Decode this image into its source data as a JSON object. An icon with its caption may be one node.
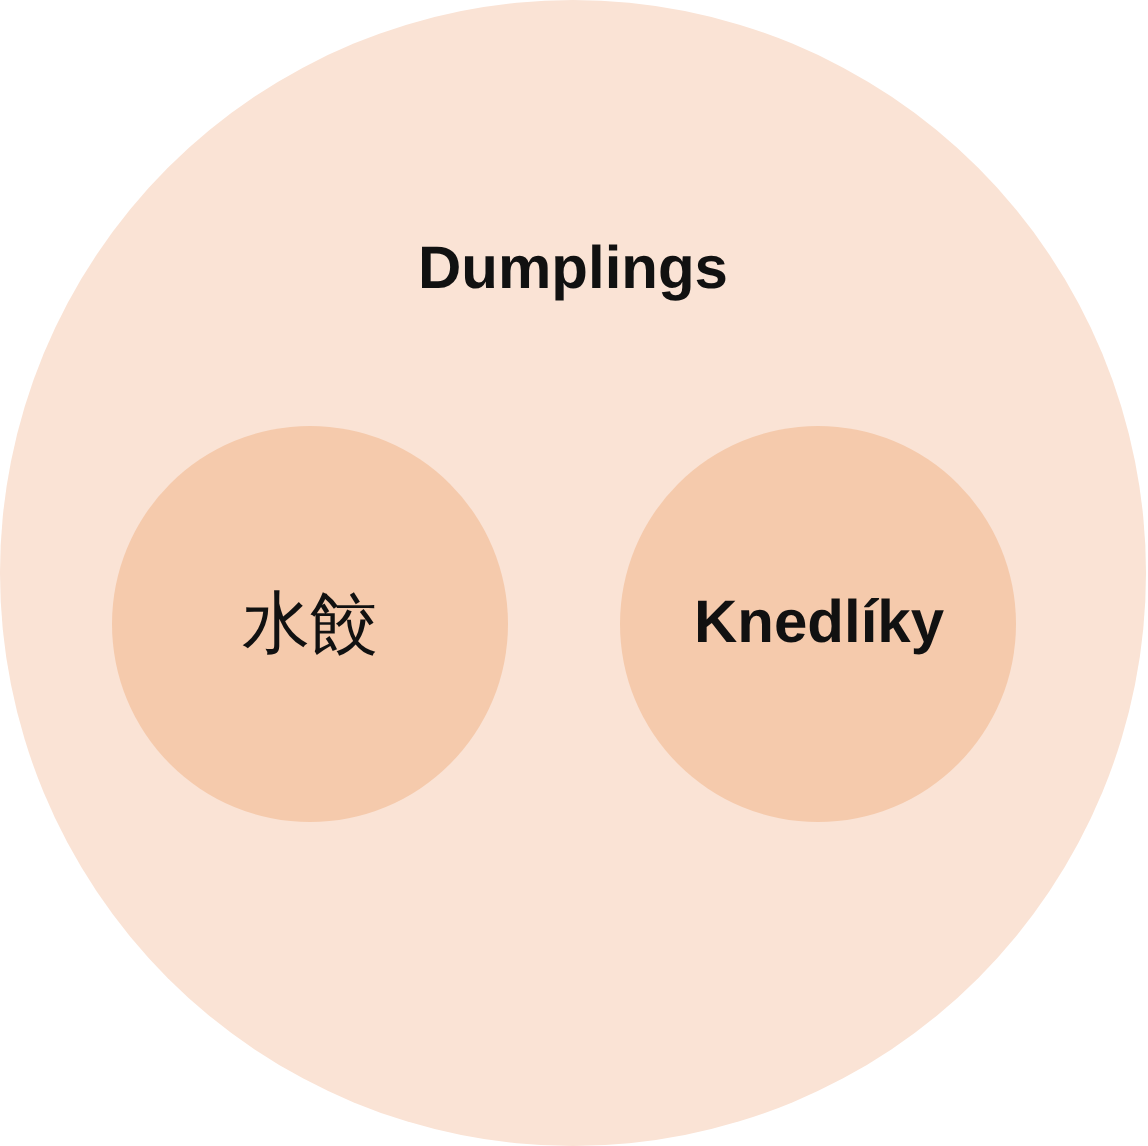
{
  "diagram": {
    "nodes": [
      {
        "text": [
          "Dumplings"
        ]
      },
      {
        "text": [
          "水餃"
        ],
        "in": 0
      },
      {
        "text": [
          "Knedlíky"
        ],
        "in": 0
      }
    ],
    "edges": []
  }
}
